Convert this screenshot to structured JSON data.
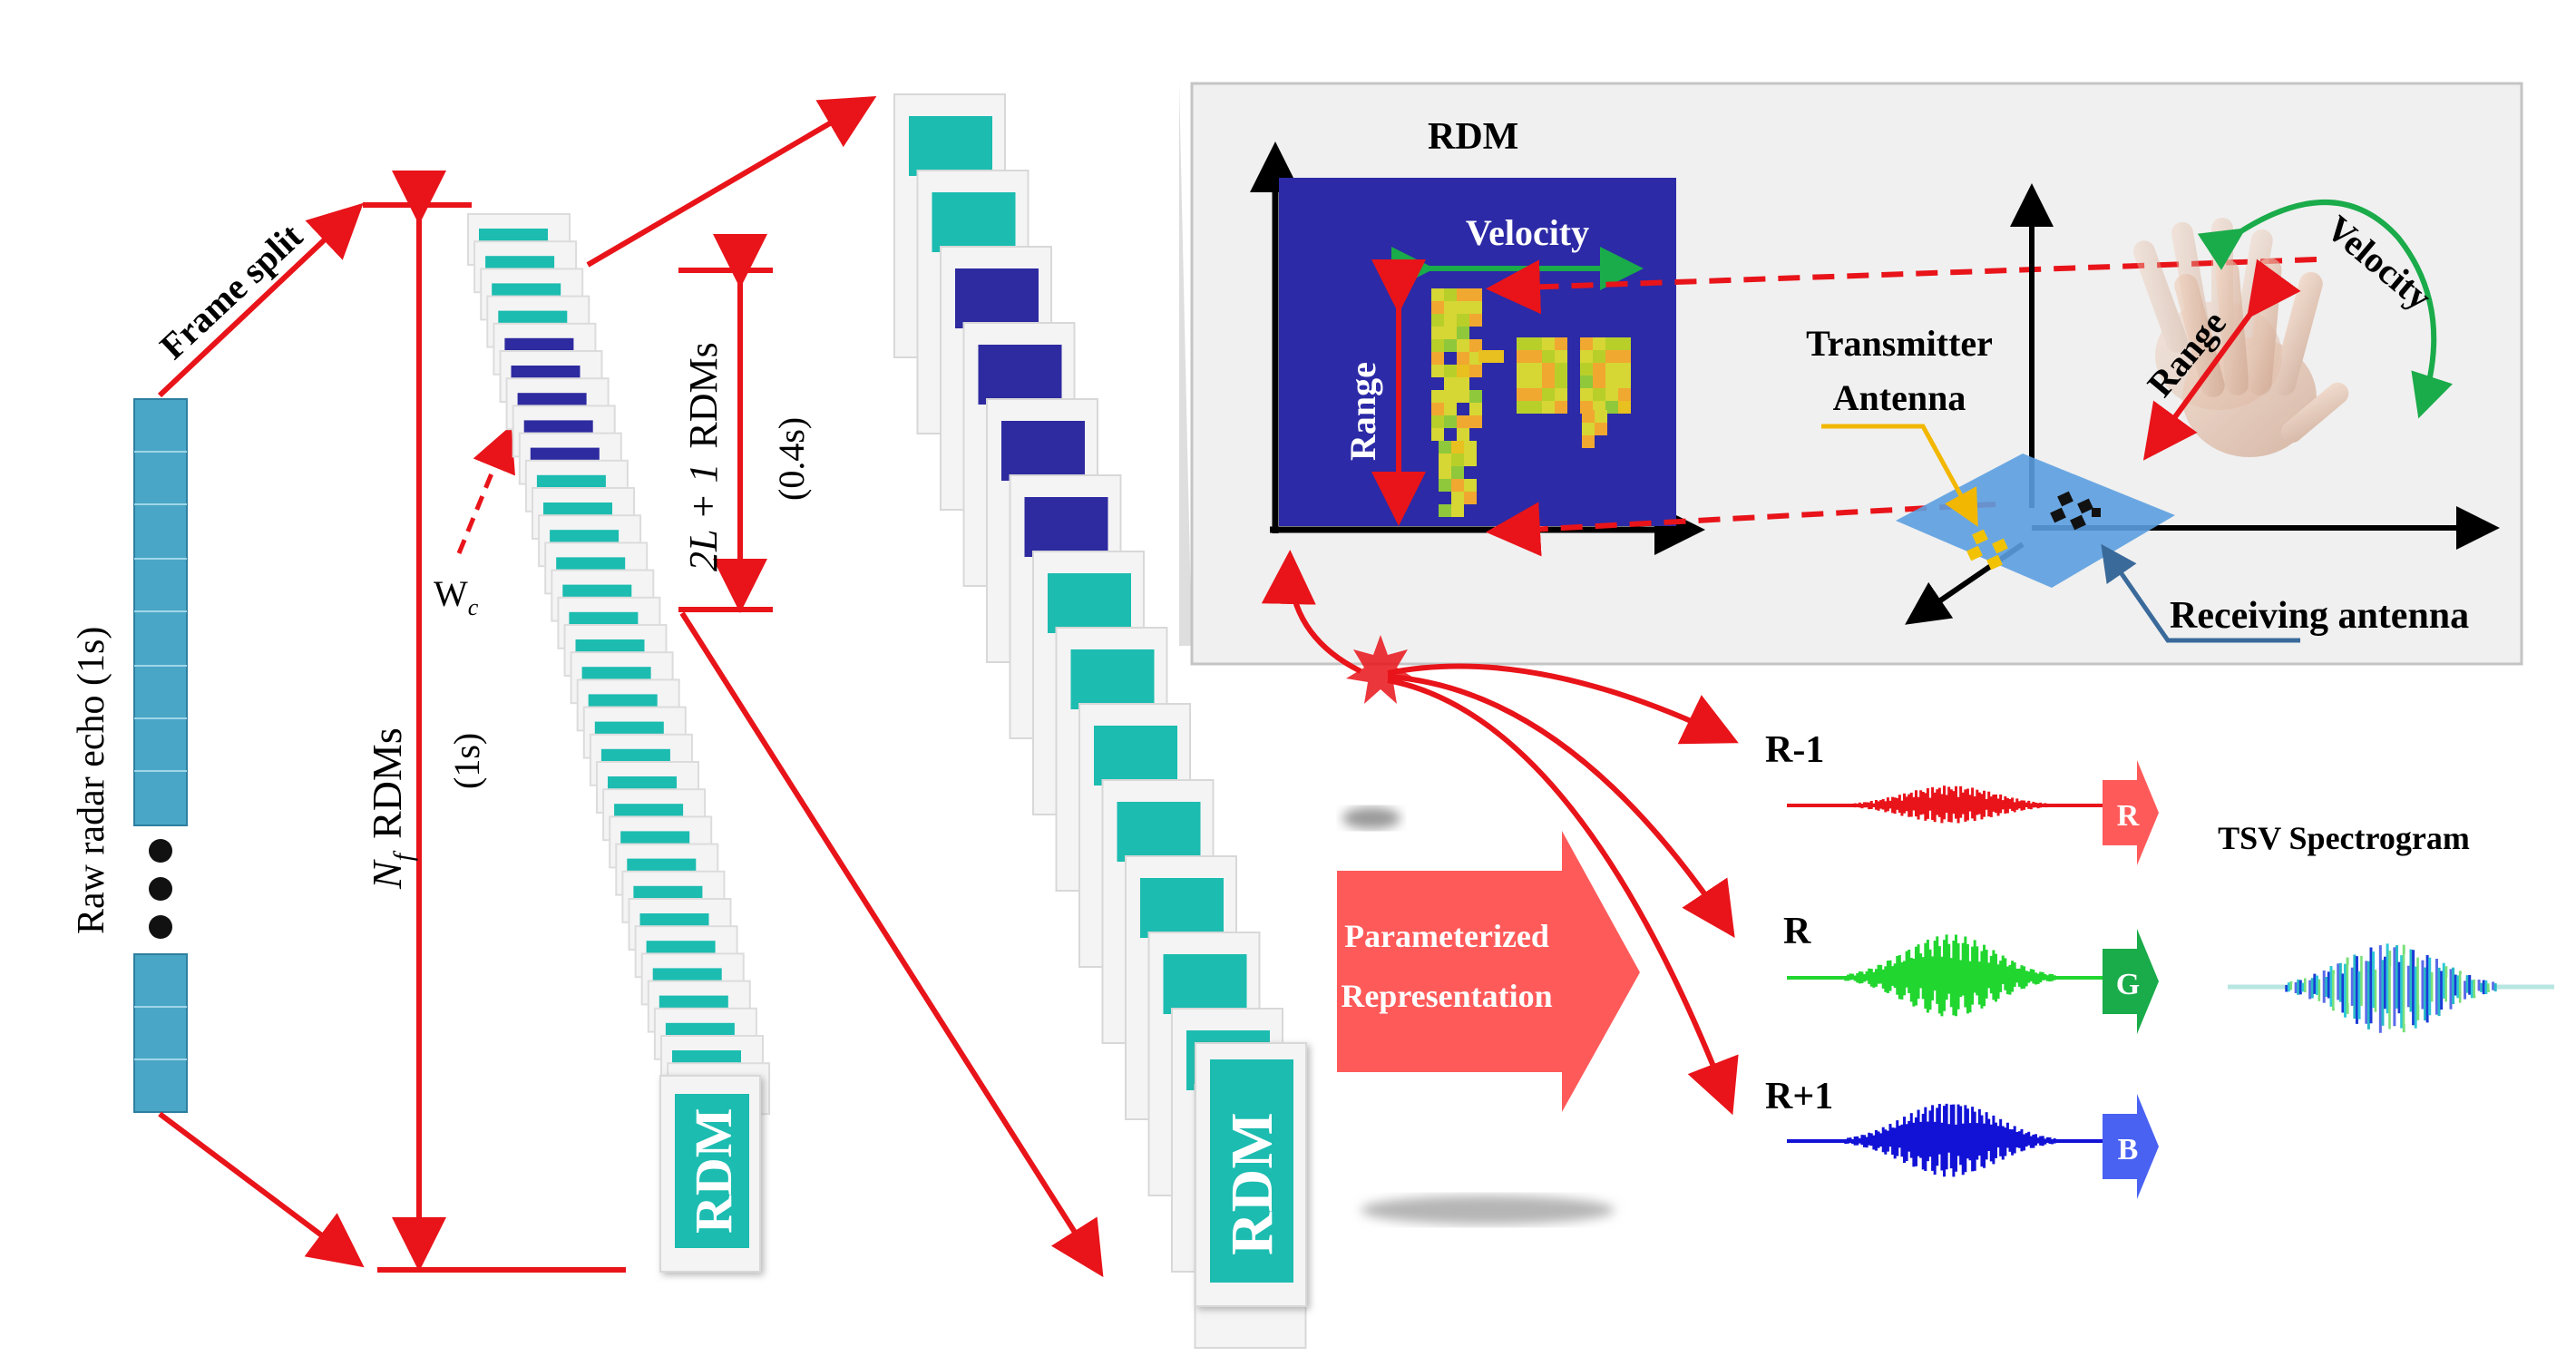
{
  "left": {
    "raw_echo_label": "Raw radar echo (1s)",
    "frame_split_label": "Frame split",
    "wc_label": "W",
    "wc_sub": "c",
    "nf_label": "N",
    "nf_sub": "f",
    "nf_rdms": "RDMs",
    "nf_duration": "(1s)",
    "window_label_expr": "2L + 1",
    "window_label_rdms": "RDMs",
    "window_duration": "(0.4s)",
    "stack_caption": "RDM"
  },
  "middle": {
    "stack_caption": "RDM",
    "param_label_line1": "Parameterized",
    "param_label_line2": "Representation"
  },
  "panel": {
    "rdm_title": "RDM",
    "velocity_label": "Velocity",
    "range_label": "Range",
    "transmitter_line1": "Transmitter",
    "transmitter_line2": "Antenna",
    "receiving_label": "Receiving antenna",
    "hand_range_label": "Range",
    "hand_velocity_label": "Velocity"
  },
  "right": {
    "row_minus": "R-1",
    "row_center": "R",
    "row_plus": "R+1",
    "chan_r": "R",
    "chan_g": "G",
    "chan_b": "B",
    "tsv_label": "TSV Spectrogram"
  },
  "colors": {
    "arrow_red": "#e8141a",
    "teal": "#1cbcb0",
    "navy": "#2e2aa0",
    "echo_blue": "#4aa6c6",
    "panel_bg": "#f0f0f0",
    "rdm_bg": "#2c2aa6",
    "green_arrow": "#1aab4a",
    "plane_blue": "#5b9ee0"
  }
}
